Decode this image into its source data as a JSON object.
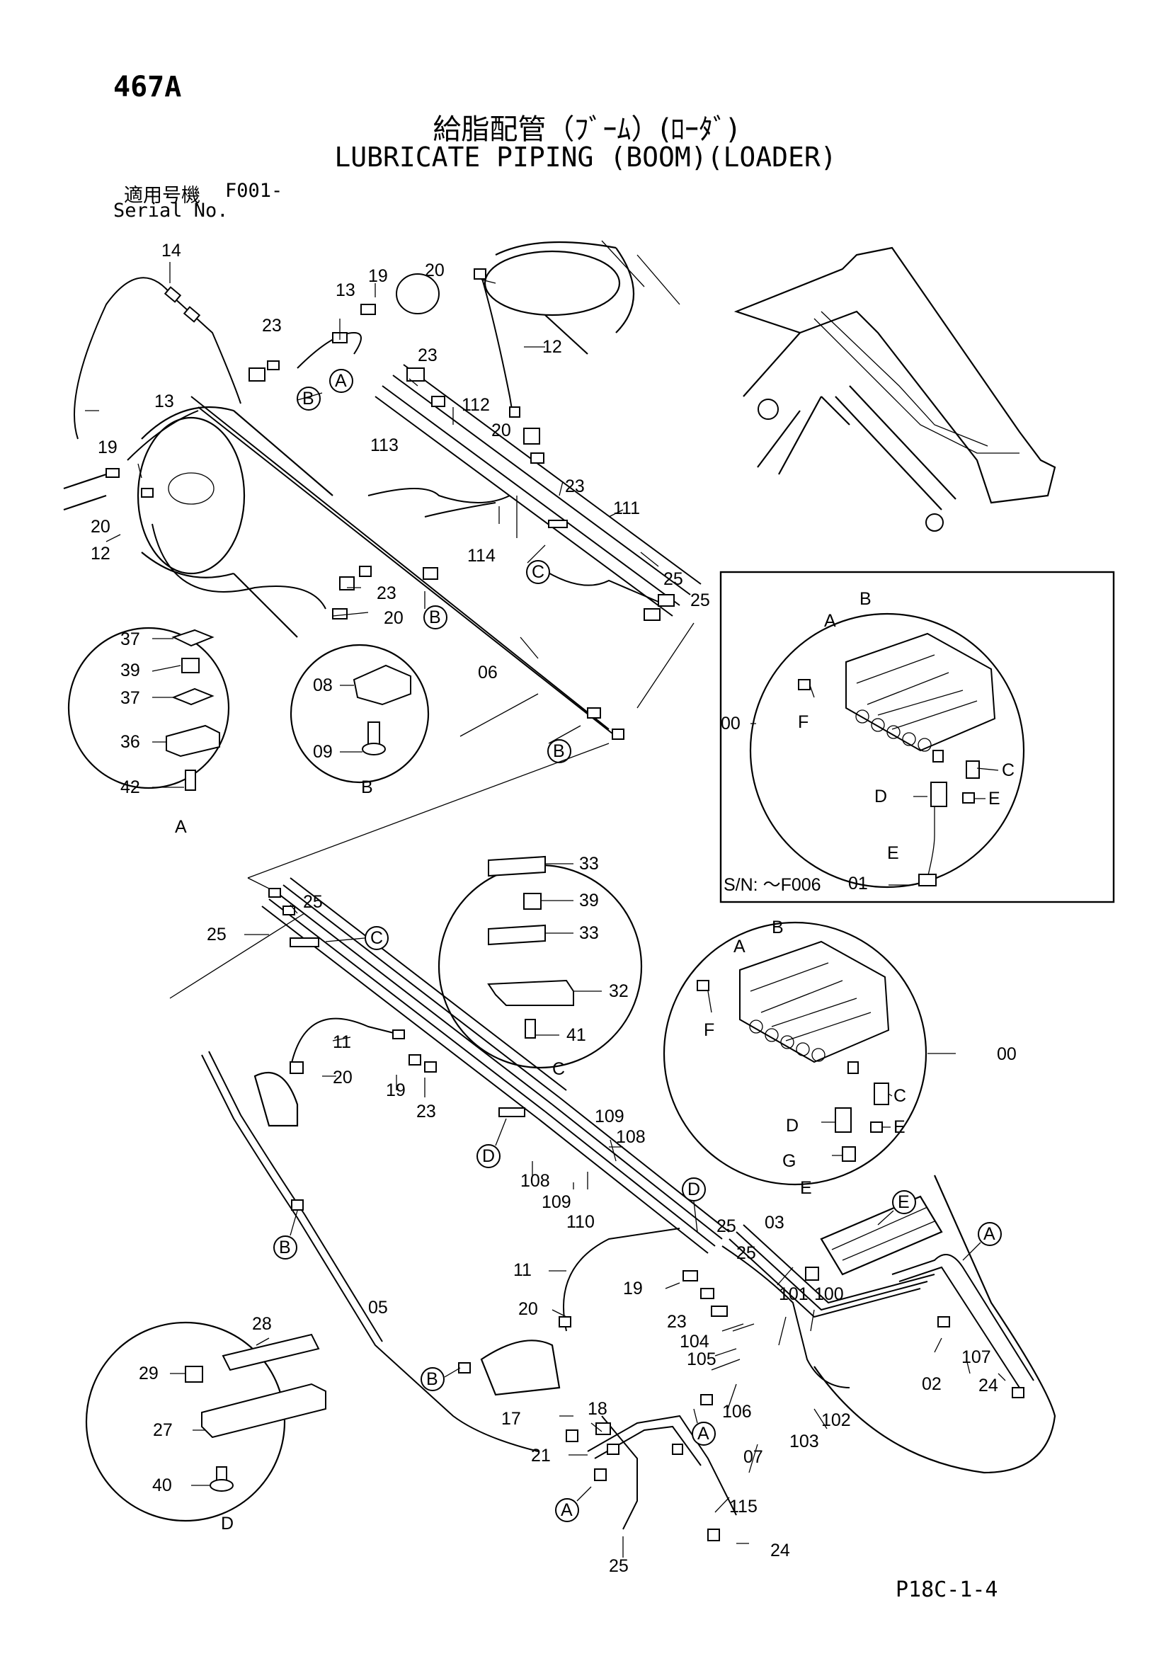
{
  "header": {
    "page_number": "467A",
    "title_jp": "給脂配管（ﾌﾞｰﾑ）(ﾛｰﾀﾞ)",
    "title_en": "LUBRICATE PIPING (BOOM)(LOADER)",
    "serial_label_jp": "適用号機",
    "serial_label_en": "Serial No.",
    "serial_value": "F001-"
  },
  "footer": {
    "code": "P18C-1-4"
  },
  "inset": {
    "note": "S/N: ～F006"
  },
  "detail_views": [
    "A",
    "B",
    "C",
    "D",
    "E"
  ],
  "callouts": {
    "upper": [
      "14",
      "19",
      "13",
      "23",
      "20",
      "12",
      "13",
      "19",
      "23",
      "112",
      "113",
      "20",
      "23",
      "111",
      "20",
      "12",
      "114",
      "23",
      "20",
      "25",
      "25",
      "06"
    ],
    "detail_A": [
      "37",
      "39",
      "37",
      "36",
      "42"
    ],
    "detail_B": [
      "08",
      "09"
    ],
    "inset": [
      "A",
      "B",
      "00",
      "F",
      "C",
      "D",
      "E",
      "E",
      "01"
    ],
    "middle": [
      "25",
      "25",
      "11",
      "20",
      "19",
      "23",
      "109",
      "108",
      "108",
      "109",
      "110"
    ],
    "detail_C": [
      "33",
      "39",
      "33",
      "32",
      "41"
    ],
    "detail_E": [
      "A",
      "B",
      "00",
      "F",
      "C",
      "D",
      "E",
      "G",
      "E"
    ],
    "lower": [
      "05",
      "25",
      "03",
      "25",
      "11",
      "19",
      "101",
      "100",
      "20",
      "23",
      "104",
      "105",
      "106",
      "18",
      "17",
      "21",
      "07",
      "115",
      "25",
      "24",
      "102",
      "103",
      "02",
      "107",
      "24"
    ],
    "detail_D": [
      "28",
      "29",
      "27",
      "40"
    ]
  }
}
